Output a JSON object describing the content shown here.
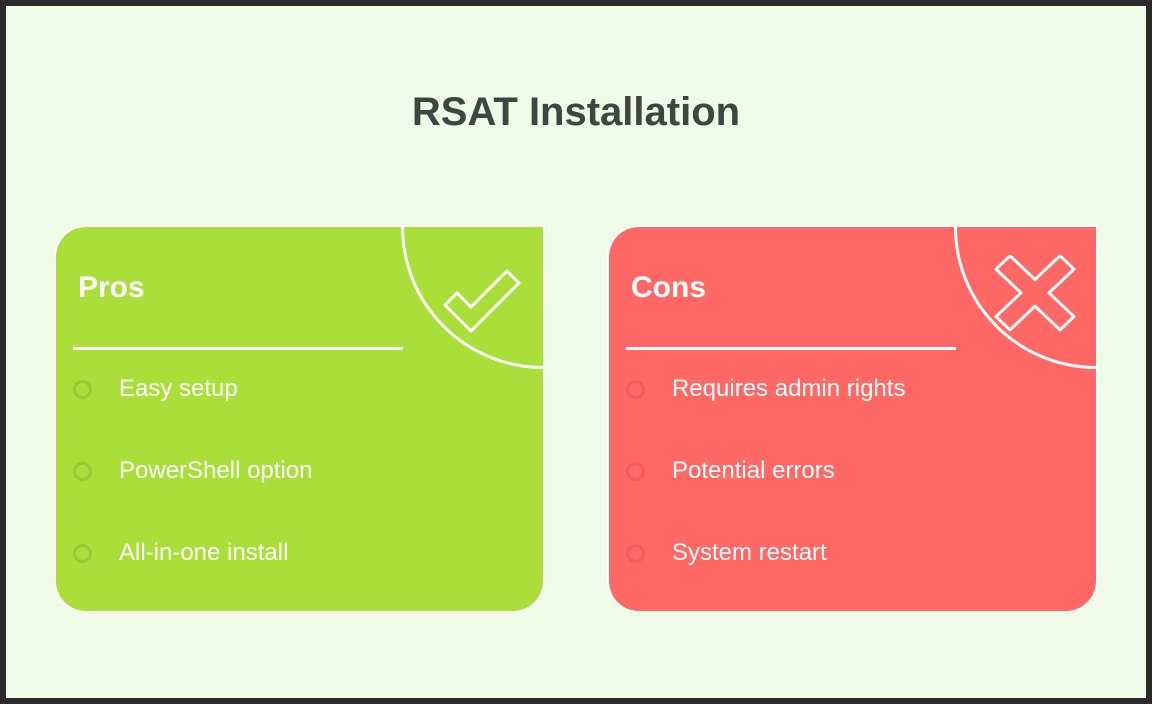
{
  "title": "RSAT Installation",
  "pros": {
    "heading": "Pros",
    "icon": "checkmark-icon",
    "color": "#aadf3a",
    "items": [
      "Easy setup",
      "PowerShell option",
      "All-in-one install"
    ]
  },
  "cons": {
    "heading": "Cons",
    "icon": "x-mark-icon",
    "color": "#ff6865",
    "items": [
      "Requires admin rights",
      "Potential errors",
      "System restart"
    ]
  }
}
